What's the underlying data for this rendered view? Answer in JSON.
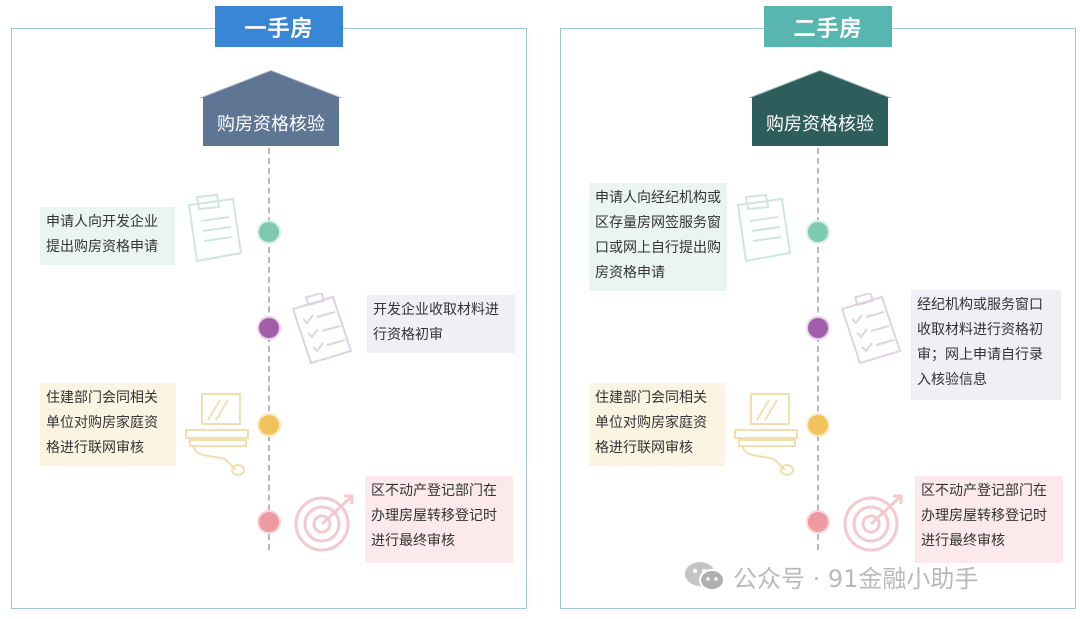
{
  "colors": {
    "frame_border": "#9fc4df",
    "left_title_bg": "#3a86d6",
    "right_title_bg": "#58b6b0",
    "left_house": "#5e7594",
    "right_house": "#2e5e5c",
    "node_green": "#7dc9b1",
    "node_purple": "#a25ea8",
    "node_yellow": "#f3c35b",
    "node_pink": "#ee9aa3",
    "box_green": "#eaf4f1",
    "box_purple": "#f1eef5",
    "box_yellow": "#fbf4e2",
    "box_pink": "#fbe9eb"
  },
  "left": {
    "title": "一手房",
    "house_label": "购房资格核验",
    "step1": "申请人向开发企业提出购房资格申请",
    "step2": "开发企业收取材料进行资格初审",
    "step3": "住建部门会同相关单位对购房家庭资格进行联网审核",
    "step4": "区不动产登记部门在办理房屋转移登记时进行最终审核"
  },
  "right": {
    "title": "二手房",
    "house_label": "购房资格核验",
    "step1": "申请人向经纪机构或区存量房网签服务窗口或网上自行提出购房资格申请",
    "step2": "经纪机构或服务窗口收取材料进行资格初审；网上申请自行录入核验信息",
    "step3": "住建部门会同相关单位对购房家庭资格进行联网审核",
    "step4": "区不动产登记部门在办理房屋转移登记时进行最终审核"
  },
  "watermark": "公众号 · 91金融小助手",
  "icons": [
    "clipboard-note-icon",
    "checklist-icon",
    "computer-icon",
    "target-icon",
    "wechat-icon"
  ]
}
